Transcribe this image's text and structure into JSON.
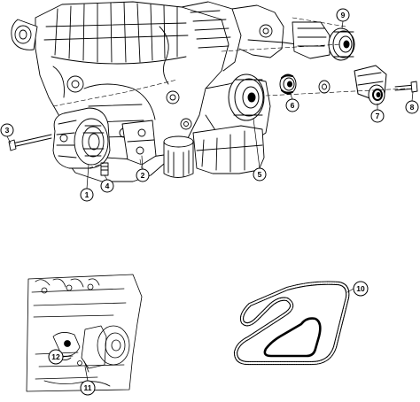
{
  "figure": {
    "callouts": [
      {
        "id": "1",
        "label": "1"
      },
      {
        "id": "2",
        "label": "2"
      },
      {
        "id": "3",
        "label": "3"
      },
      {
        "id": "4",
        "label": "4"
      },
      {
        "id": "5",
        "label": "5"
      },
      {
        "id": "6",
        "label": "6"
      },
      {
        "id": "7",
        "label": "7"
      },
      {
        "id": "8",
        "label": "8"
      },
      {
        "id": "9",
        "label": "9"
      },
      {
        "id": "10",
        "label": "10"
      },
      {
        "id": "11",
        "label": "11"
      },
      {
        "id": "12",
        "label": "12"
      }
    ],
    "parts": [
      {
        "name": "engine-block-icon"
      },
      {
        "name": "generator-icon"
      },
      {
        "name": "crankshaft-pulley-icon"
      },
      {
        "name": "idler-pulley-icon"
      },
      {
        "name": "belt-tensioner-icon"
      },
      {
        "name": "power-steering-pulley-icon"
      },
      {
        "name": "oil-filter-icon"
      },
      {
        "name": "serpentine-belt-icon"
      },
      {
        "name": "detail-view-icon"
      }
    ]
  }
}
